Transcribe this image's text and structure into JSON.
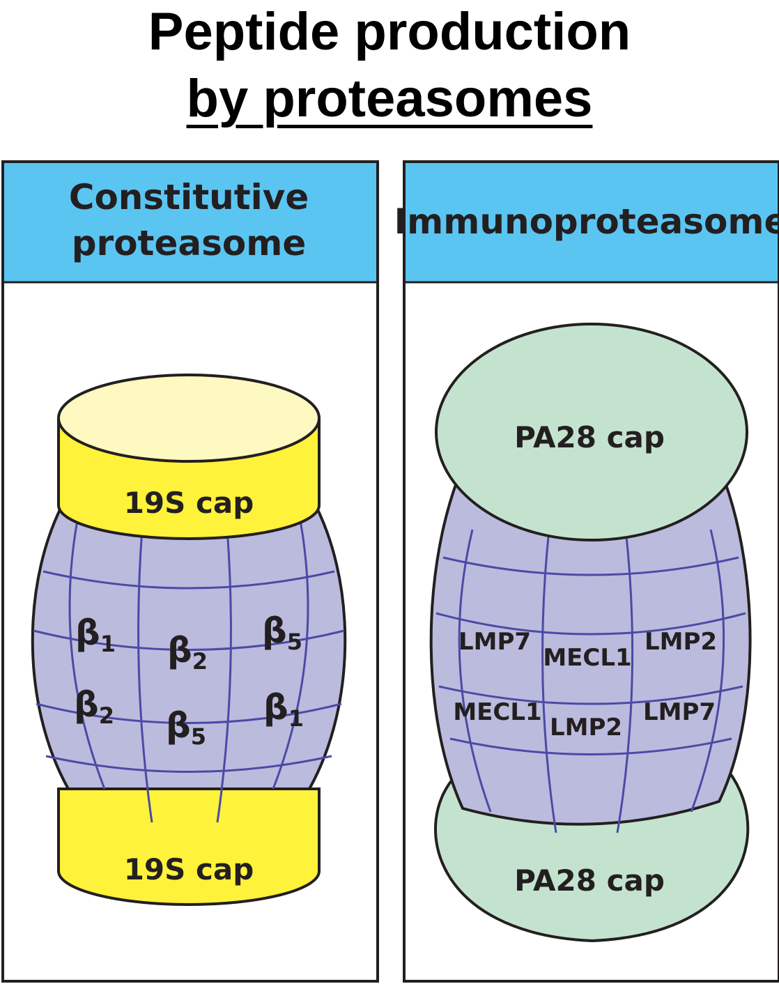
{
  "title": {
    "line1": "Peptide production",
    "line2": "by proteasomes"
  },
  "colors": {
    "header_blue": "#5bc5f2",
    "barrel_purple": "#bbbbdd",
    "barrel_lines": "#4b4aa6",
    "cap_yellow": "#fff23a",
    "cap_yellow_top": "#fdf9c0",
    "cap_green": "#c4e3cf"
  },
  "left_panel": {
    "header_line1": "Constitutive",
    "header_line2": "proteasome",
    "top_cap": "19S cap",
    "bottom_cap": "19S cap",
    "row1": {
      "a": "β",
      "a_sub": "1",
      "b": "β",
      "b_sub": "2",
      "c": "β",
      "c_sub": "5"
    },
    "row2": {
      "a": "β",
      "a_sub": "2",
      "b": "β",
      "b_sub": "5",
      "c": "β",
      "c_sub": "1"
    }
  },
  "right_panel": {
    "header": "Immunoproteasome",
    "top_cap": "PA28 cap",
    "bottom_cap": "PA28 cap",
    "row1": [
      "LMP7",
      "MECL1",
      "LMP2"
    ],
    "row2": [
      "MECL1",
      "LMP2",
      "LMP7"
    ]
  }
}
